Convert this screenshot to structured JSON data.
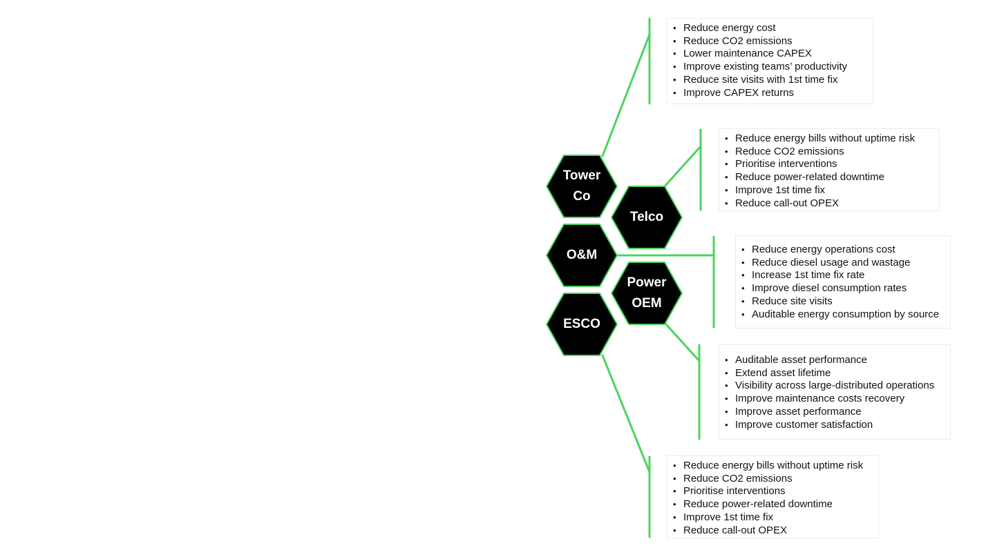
{
  "colors": {
    "connector": "#4cd35f",
    "hex_fill": "#000000",
    "hex_border": "#4cd35f",
    "hex_text": "#ffffff"
  },
  "hexagons": [
    {
      "id": "towerco",
      "label": "Tower\nCo"
    },
    {
      "id": "telco",
      "label": "Telco"
    },
    {
      "id": "om",
      "label": "O&M"
    },
    {
      "id": "poweroem",
      "label": "Power\nOEM"
    },
    {
      "id": "esco",
      "label": "ESCO"
    }
  ],
  "benefit_boxes": [
    {
      "id": "box1",
      "items": [
        "Reduce energy cost",
        "Reduce CO2 emissions",
        "Lower maintenance CAPEX",
        "Improve existing teams’ productivity",
        "Reduce site visits with 1st time fix",
        "Improve CAPEX returns"
      ]
    },
    {
      "id": "box2",
      "items": [
        "Reduce energy bills without uptime risk",
        "Reduce CO2 emissions",
        "Prioritise interventions",
        "Reduce power-related downtime",
        "Improve 1st time fix",
        "Reduce call-out OPEX"
      ]
    },
    {
      "id": "box3",
      "items": [
        "Reduce energy operations cost",
        "Reduce diesel usage and wastage",
        "Increase 1st time fix rate",
        "Improve diesel consumption rates",
        "Reduce site visits",
        "Auditable energy consumption by source"
      ]
    },
    {
      "id": "box4",
      "items": [
        "Auditable asset performance",
        "Extend asset lifetime",
        "Visibility across large-distributed operations",
        "Improve maintenance costs recovery",
        "Improve asset performance",
        "Improve customer satisfaction"
      ]
    },
    {
      "id": "box5",
      "items": [
        "Reduce energy bills without uptime risk",
        "Reduce CO2 emissions",
        "Prioritise interventions",
        "Reduce power-related downtime",
        "Improve 1st time fix",
        "Reduce call-out OPEX"
      ]
    }
  ]
}
